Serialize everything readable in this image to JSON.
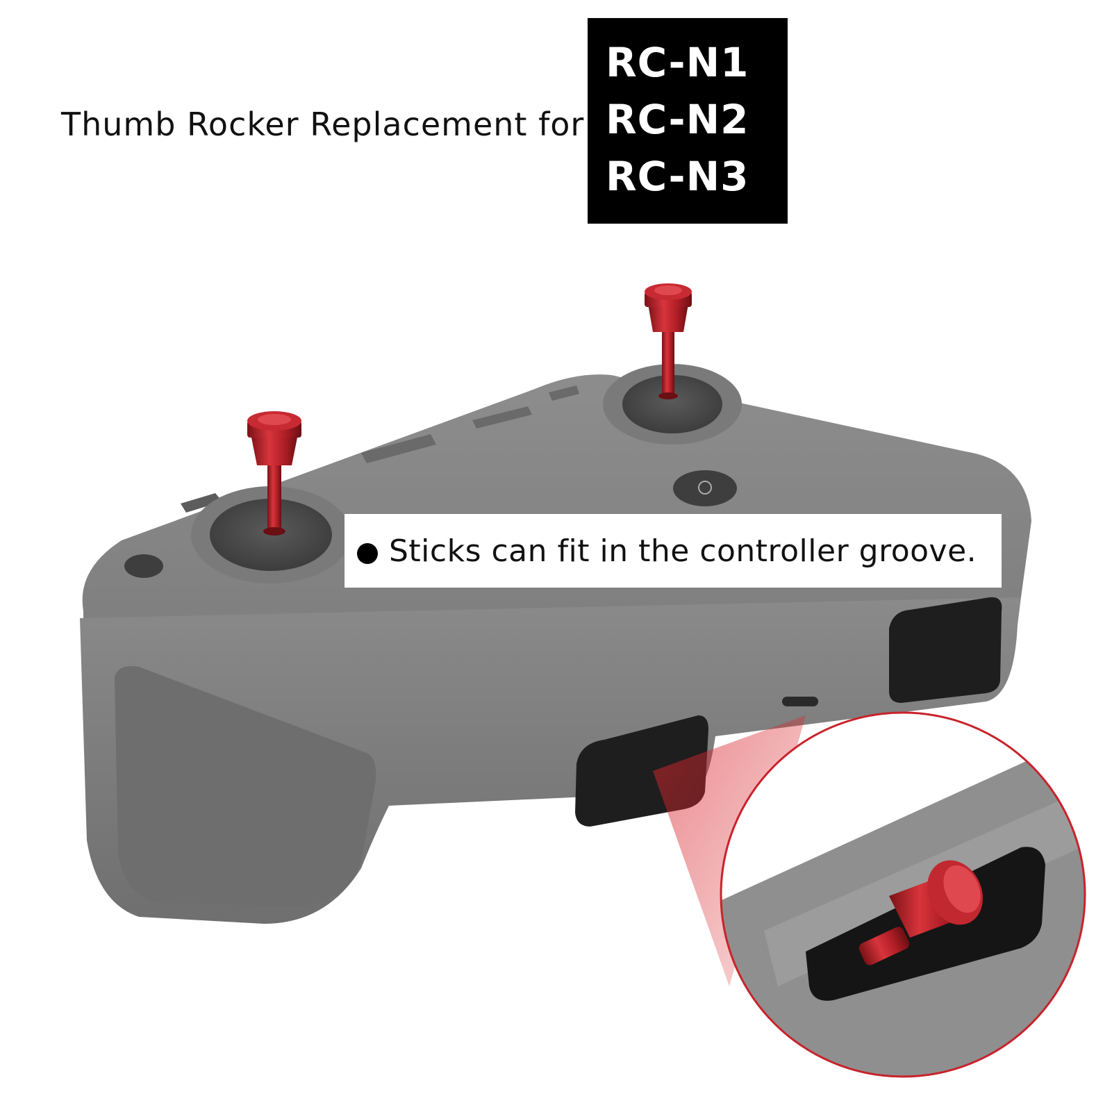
{
  "headline": "Thumb Rocker Replacement for",
  "models": [
    "RC-N1",
    "RC-N2",
    "RC-N3"
  ],
  "callout": {
    "bullet": "●",
    "text": "Sticks can fit in the controller groove."
  },
  "colors": {
    "controller_gray": "#8a8a8a",
    "stick_red": "#c0242c",
    "model_box": "#000000"
  }
}
